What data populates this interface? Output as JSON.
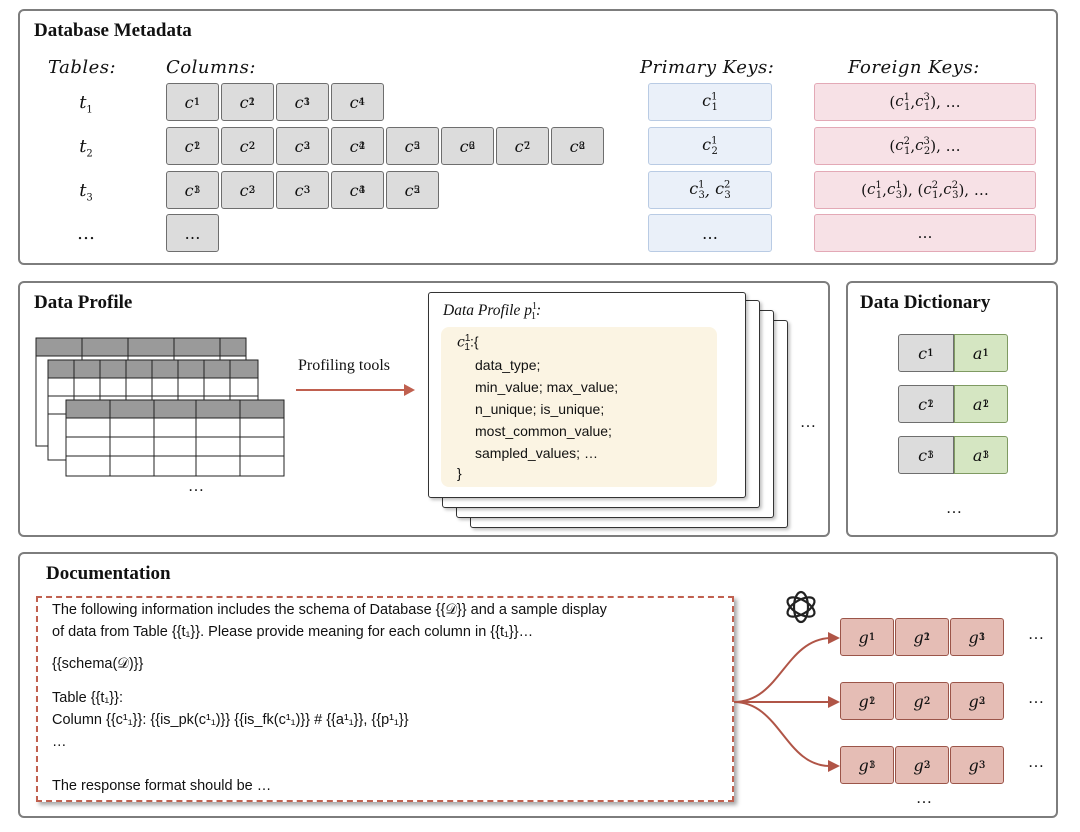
{
  "metadata": {
    "title": "Database Metadata",
    "headers": {
      "tables": "Tables:",
      "columns": "Columns:",
      "pk": "Primary Keys:",
      "fk": "Foreign Keys:"
    },
    "rows": [
      {
        "table": "t1",
        "columns": [
          "c11",
          "c21",
          "c31",
          "c41"
        ],
        "pk": "c11",
        "fk": "(c11, c31), …"
      },
      {
        "table": "t2",
        "columns": [
          "c12",
          "c22",
          "c32",
          "c42",
          "c52",
          "c62",
          "c72",
          "c82"
        ],
        "pk": "c12",
        "fk": "(c21, c32), …"
      },
      {
        "table": "t3",
        "columns": [
          "c13",
          "c23",
          "c33",
          "c43",
          "c52"
        ],
        "pk": "c13, c23",
        "fk": "(c11, c13), (c21, c23), …"
      },
      {
        "table": "…",
        "columns": [
          "…"
        ],
        "pk": "…",
        "fk": "…"
      }
    ]
  },
  "profile": {
    "title": "Data Profile",
    "tool_label": "Profiling tools",
    "card_title": "Data Profile p",
    "card_title_sub": "1",
    "card_title_sup": "1",
    "card_title_end": ":",
    "entry_name": "c",
    "entry_open": ":{",
    "fields": [
      "data_type;",
      "min_value; max_value;",
      "n_unique; is_unique;",
      "most_common_value;",
      "sampled_values; …"
    ],
    "close": "}",
    "tables_ellipsis": "…",
    "cards_ellipsis": "…"
  },
  "dictionary": {
    "title": "Data Dictionary",
    "rows": [
      {
        "c": "c",
        "c_sub": "1",
        "c_sup": "1",
        "a": "a",
        "a_sub": "1",
        "a_sup": "1"
      },
      {
        "c": "c",
        "c_sub": "2",
        "c_sup": "1",
        "a": "a",
        "a_sub": "2",
        "a_sup": "1"
      },
      {
        "c": "c",
        "c_sub": "3",
        "c_sup": "1",
        "a": "a",
        "a_sub": "3",
        "a_sup": "1"
      }
    ],
    "ellipsis": "…"
  },
  "documentation": {
    "title": "Documentation",
    "prompt": {
      "line1": "The following information includes the schema of Database {{𝒟}} and a sample display",
      "line2": "of data from Table {{t₁}}. Please provide meaning for each column in {{t₁}}…",
      "line3": "{{schema(𝒟)}}",
      "line4": "Table {{t₁}}:",
      "line5": "Column {{c¹₁}}: {{is_pk(c¹₁)}} {{is_fk(c¹₁)}} # {{a¹₁}}, {{p¹₁}}",
      "line6": "…",
      "line7": "The response format should be …"
    },
    "outputs": [
      {
        "cells": [
          "g11",
          "g21",
          "g31"
        ],
        "ellipsis": "…"
      },
      {
        "cells": [
          "g12",
          "g22",
          "g32"
        ],
        "ellipsis": "…"
      },
      {
        "cells": [
          "g13",
          "g23",
          "g33"
        ],
        "ellipsis": "…"
      }
    ],
    "bottom_ellipsis": "…"
  },
  "colors": {
    "border": "#7d7d7d",
    "column_cell": "#dcdcdc",
    "pk_fill": "#eaf0f9",
    "fk_fill": "#f7e1e6",
    "dict_attr_fill": "#d5e6c2",
    "output_fill": "#e5bdb5",
    "arrow": "#c0604f",
    "profile_bg": "#fbf4e3"
  }
}
